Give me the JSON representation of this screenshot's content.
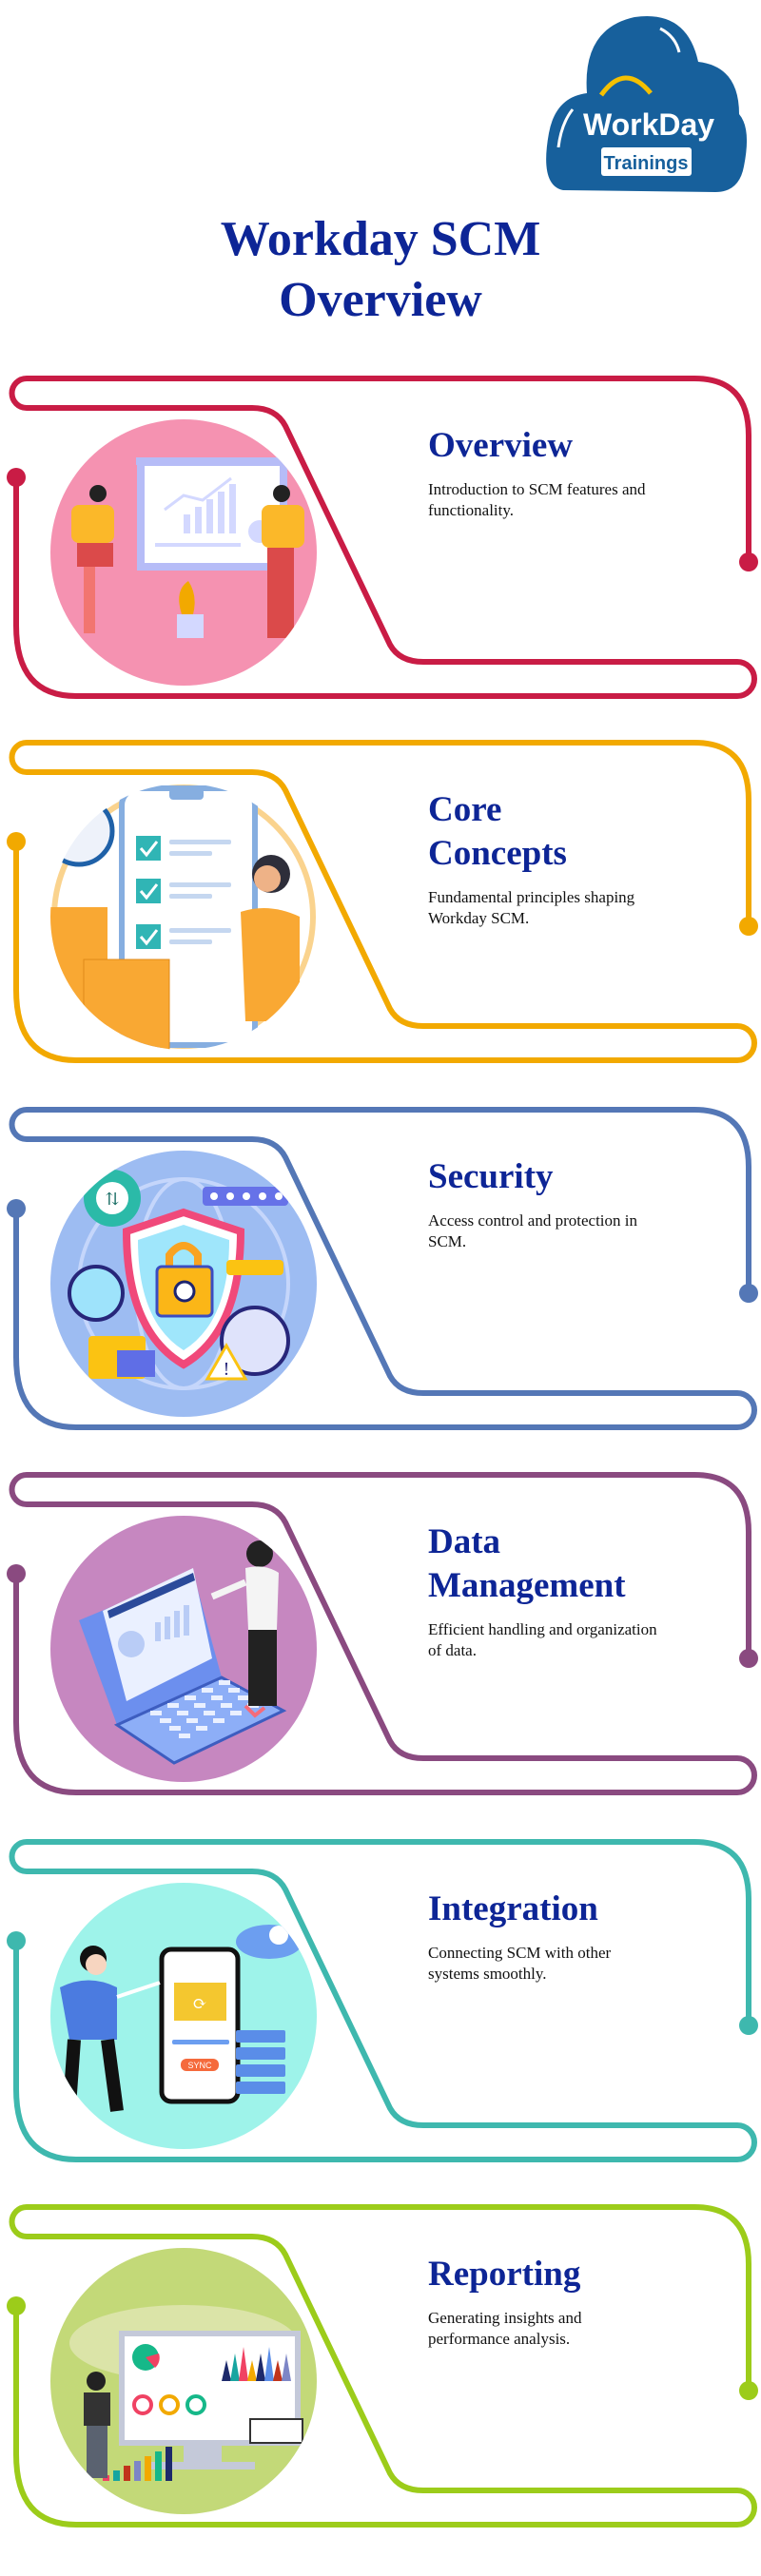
{
  "logo": {
    "brand": "WorkDay",
    "sub": "Trainings",
    "color": "#17609c",
    "arc_color": "#f5c000"
  },
  "page_title": {
    "line1": "Workday SCM",
    "line2": "Overview"
  },
  "sections": [
    {
      "title1": "Overview",
      "title2": "",
      "desc": "Introduction to SCM features and functionality.",
      "color": "#c91c45",
      "circle": "#f592b1",
      "illustration": "presentation-illustration"
    },
    {
      "title1": "Core",
      "title2": "Concepts",
      "desc": "Fundamental principles shaping Workday SCM.",
      "color": "#f2a900",
      "circle": "#ffffff",
      "illustration": "checklist-illustration"
    },
    {
      "title1": "Security",
      "title2": "",
      "desc": "Access control and protection in SCM.",
      "color": "#5477b6",
      "circle": "#9dbcf2",
      "illustration": "security-lock-illustration"
    },
    {
      "title1": "Data",
      "title2": "Management",
      "desc": "Efficient handling and organization of data.",
      "color": "#8a4a80",
      "circle": "#c687c0",
      "illustration": "laptop-data-illustration"
    },
    {
      "title1": "Integration",
      "title2": "",
      "desc": "Connecting SCM with other systems smoothly.",
      "color": "#3eb8ae",
      "circle": "#9ef3ea",
      "illustration": "sync-illustration",
      "sync_label": "SYNC"
    },
    {
      "title1": "Reporting",
      "title2": "",
      "desc": "Generating insights and performance analysis.",
      "color": "#9ccc1a",
      "circle": "#c3d978",
      "illustration": "report-dashboard-illustration"
    }
  ]
}
